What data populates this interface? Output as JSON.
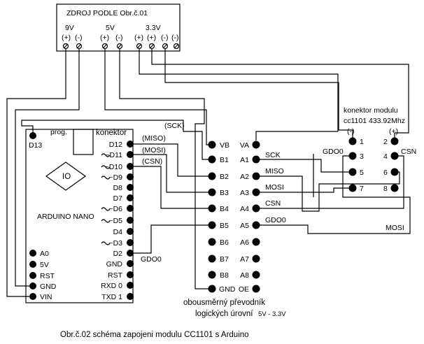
{
  "power_supply": {
    "title": "ZDROJ PODLE Obr.č.01",
    "v9": "9V",
    "v5": "5V",
    "v33": "3.3V",
    "plus": "(+)",
    "minus": "(-)"
  },
  "arduino": {
    "name": "ARDUINO NANO",
    "prog": "prog.",
    "konektor": "konektor",
    "io": "IO",
    "d13": "D13",
    "left_pins": [
      "A0",
      "5V",
      "RST",
      "GND",
      "VIN"
    ],
    "right_pins": [
      "D12",
      "~D11",
      "~D10",
      "~D9",
      "D8",
      "D7",
      "~D6",
      "~D5",
      "D4",
      "~D3",
      "D2",
      "GND",
      "RST",
      "RXD 0",
      "TXD 1"
    ],
    "sig_sck": "(SCK)",
    "sig_miso": "(MISO)",
    "sig_mosi": "(MOSI)",
    "sig_csn": "(CSN)",
    "sig_gdo0": "GDO0"
  },
  "converter": {
    "left_pins": [
      "VB",
      "B1",
      "B2",
      "B3",
      "B4",
      "B5",
      "B6",
      "B7",
      "B8",
      "GND"
    ],
    "right_pins": [
      "VA",
      "A1",
      "A2",
      "A3",
      "A4",
      "A5",
      "A6",
      "A7",
      "A8",
      "OE"
    ],
    "signals": [
      "SCK",
      "MISO",
      "MOSI",
      "CSN",
      "GDO0"
    ],
    "caption_1": "obousměrný převodník",
    "caption_2": "logických úrovní",
    "caption_2_small": "5V - 3.3V"
  },
  "cc1101": {
    "title_1": "konektor modulu",
    "title_2": "cc1101 433.92Mhz",
    "minus": "(-)",
    "plus": "(+)",
    "pin_numbers": [
      "1",
      "2",
      "3",
      "4",
      "5",
      "6",
      "7",
      "8"
    ],
    "gdo0": "GDO0",
    "csn": "CSN",
    "mosi": "MOSI"
  },
  "caption": "Obr.č.02 schéma zapojeni modulu CC1101 s Arduino"
}
